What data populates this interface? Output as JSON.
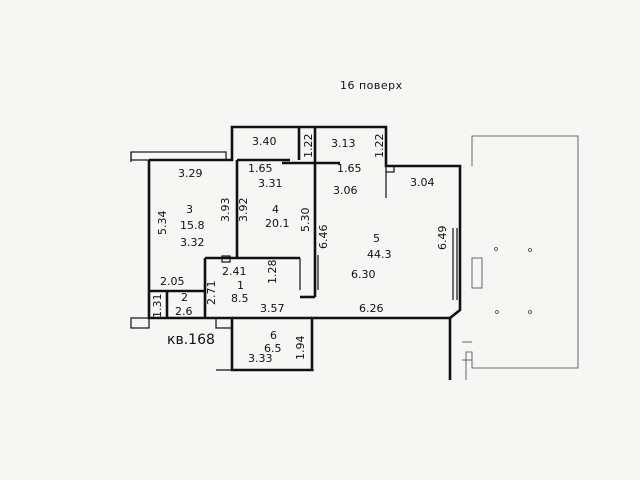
{
  "plan": {
    "floor_label": "16 поверх",
    "apartment_label": "кв.168"
  },
  "rooms": [
    {
      "id": "room-3",
      "number": "3",
      "area": "15.8"
    },
    {
      "id": "room-4",
      "number": "4",
      "area": "20.1"
    },
    {
      "id": "room-5",
      "number": "5",
      "area": "44.3"
    },
    {
      "id": "room-1",
      "number": "1",
      "area": "8.5"
    },
    {
      "id": "room-2",
      "number": "2",
      "area": "2.6"
    },
    {
      "id": "room-6",
      "number": "6",
      "area": "6.5"
    }
  ],
  "dimensions": [
    "3.40",
    "3.13",
    "1.22",
    "1.22",
    "1.65",
    "1.65",
    "3.29",
    "3.31",
    "3.06",
    "3.04",
    "3.93",
    "3.92",
    "5.34",
    "5.30",
    "6.46",
    "6.49",
    "3.32",
    "2.41",
    "1.28",
    "6.30",
    "2.05",
    "2.71",
    "3.57",
    "6.26",
    "1.31",
    "1.94",
    "3.33"
  ]
}
